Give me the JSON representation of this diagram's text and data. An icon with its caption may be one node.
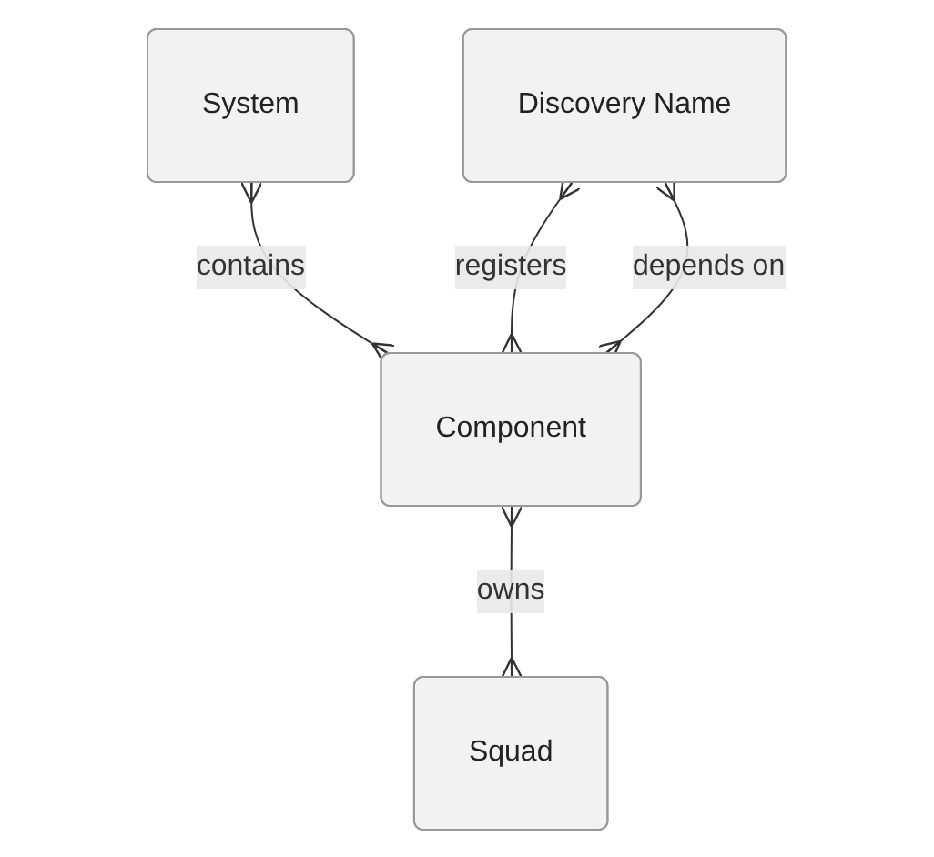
{
  "diagram": {
    "nodes": [
      {
        "text": [
          "System"
        ]
      },
      {
        "text": [
          "Discovery Name"
        ]
      },
      {
        "text": [
          "Component"
        ]
      },
      {
        "text": [
          "Squad"
        ]
      }
    ],
    "edges": [
      {
        "from": 0,
        "to": 2,
        "arrow": "other",
        "label": "contains"
      },
      {
        "from": 1,
        "to": 2,
        "arrow": "other",
        "label": "registers"
      },
      {
        "from": 1,
        "to": 2,
        "arrow": "other",
        "label": "depends on"
      },
      {
        "from": 2,
        "to": 3,
        "arrow": "other",
        "label": "owns"
      }
    ]
  }
}
